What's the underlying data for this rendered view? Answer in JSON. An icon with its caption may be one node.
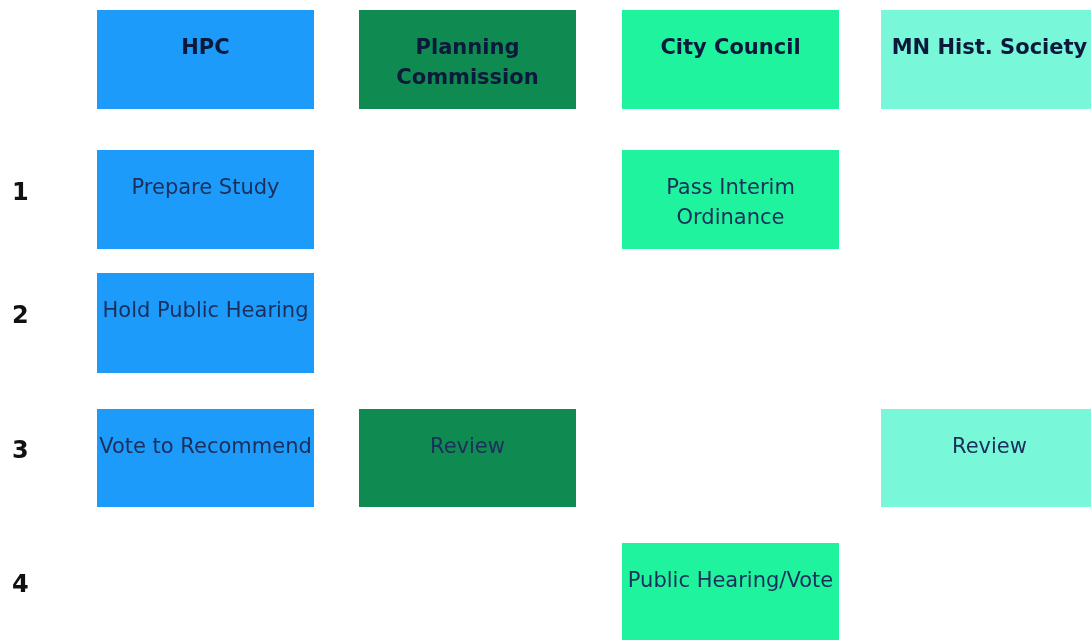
{
  "diagram": {
    "nodes": [
      {
        "text": [
          "HPC"
        ]
      },
      {
        "text": [
          "Planning Commission"
        ]
      },
      {
        "text": [
          "City Council"
        ]
      },
      {
        "text": [
          "MN Hist. Society"
        ]
      },
      {
        "text": [
          "Prepare Study"
        ]
      },
      {
        "text": [
          "Pass Interim Ordinance"
        ]
      },
      {
        "text": [
          "Hold Public Hearing"
        ]
      },
      {
        "text": [
          "Vote to Recommend"
        ]
      },
      {
        "text": [
          "Review"
        ]
      },
      {
        "text": [
          "Review"
        ]
      },
      {
        "text": [
          "Public Hearing/Vote"
        ]
      }
    ],
    "labels": [
      "1",
      "2",
      "3",
      "4"
    ]
  }
}
